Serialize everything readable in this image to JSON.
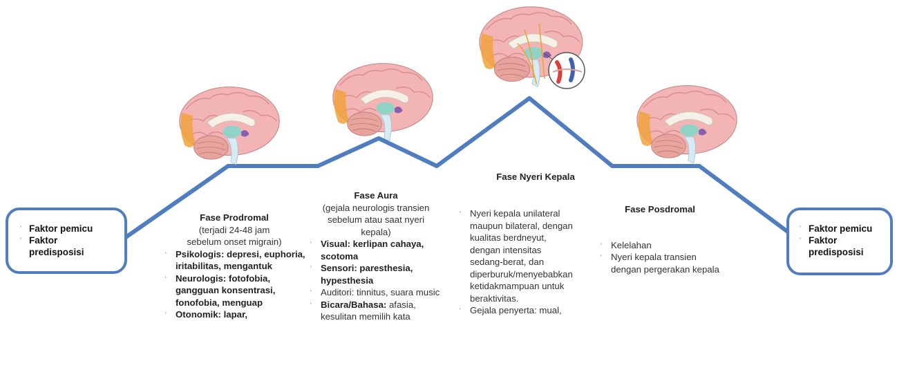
{
  "colors": {
    "line": "#4f7dc0",
    "brain_pink": "#f2b4b4",
    "brain_gyri": "#e8a0a0",
    "cerebellum": "#e7a39d",
    "occipital_highlight": "#f0a23c",
    "thalamus": "#8fd3c6",
    "hypothalamus": "#8a5db0",
    "brainstem": "#d8ebf5",
    "vessel_red": "#d9413b",
    "vessel_blue": "#3f62b3"
  },
  "bullet": "'",
  "factor_left": {
    "items": [
      "Faktor pemicu",
      "Faktor predisposisi"
    ]
  },
  "factor_right": {
    "items": [
      "Faktor pemicu",
      "Faktor predisposisi"
    ]
  },
  "prodromal": {
    "title": "Fase Prodromal",
    "subtitle": "(terjadi 24-48 jam sebelum onset migrain)",
    "items": [
      "Psikologis: depresi, euphoria, iritabilitas, mengantuk",
      "Neurologis: fotofobia, gangguan konsentrasi, fonofobia, menguap",
      "Otonomik: lapar,"
    ]
  },
  "aura": {
    "title": "Fase Aura",
    "subtitle": "(gejala neurologis transien sebelum atau saat nyeri kepala)",
    "items": [
      {
        "label": "Visual: kerlipan cahaya, scotoma",
        "rest": ""
      },
      {
        "label": "Sensori: paresthesia, hypesthesia",
        "rest": ""
      },
      {
        "label": "",
        "rest": "Auditori: tinnitus, suara music"
      },
      {
        "label": "Bicara/Bahasa:",
        "rest": " afasia, kesulitan memilih kata"
      }
    ]
  },
  "headache": {
    "title": "Fase Nyeri Kepala",
    "items": [
      "Nyeri kepala unilateral maupun bilateral, dengan kualitas berdneyut, dengan intensitas sedang-berat, dan diperburuk/menyebabkan ketidakmampuan untuk beraktivitas.",
      "Gejala penyerta: mual,"
    ]
  },
  "postdromal": {
    "title": "Fase Posdromal",
    "items": [
      "Kelelahan",
      "Nyeri kepala transien dengan pergerakan kepala"
    ]
  }
}
